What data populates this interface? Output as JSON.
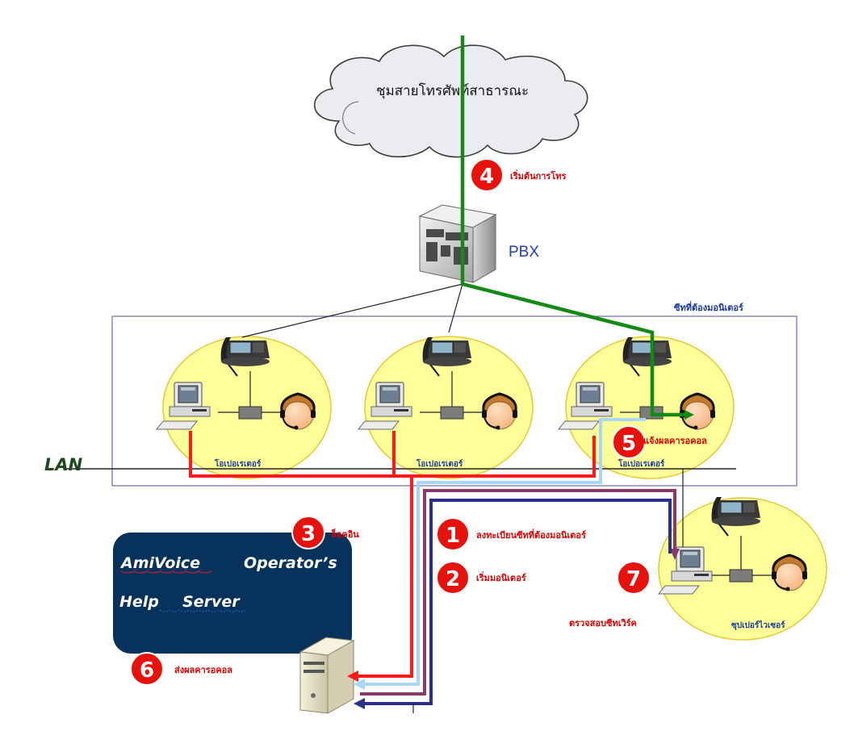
{
  "cloud_label": "ชุมสายโทรศัพท์สาธารณะ",
  "pbx_label": "PBX",
  "monitor_group_label": "ซีทที่ต้องมอนิเตอร์",
  "lan_label": "LAN",
  "operators": [
    {
      "label": "โอเปอเรเตอร์"
    },
    {
      "label": "โอเปอเรเตอร์"
    },
    {
      "label": "โอเปอเรเตอร์"
    }
  ],
  "supervisor_label": "ซุปเปอร์ไวเซอร์",
  "server_box": {
    "line1_left": "AmiVoice",
    "line1_right": "Operator’s",
    "line2_left": "Help",
    "line2_right": "Server"
  },
  "steps": [
    {
      "num": "1",
      "text": "ลงทะเบียนซีทที่ต้องมอนิเตอร์"
    },
    {
      "num": "2",
      "text": "เริ่มมอนิเตอร์"
    },
    {
      "num": "3",
      "text": "ล็อคอิน"
    },
    {
      "num": "4",
      "text": "เริ่มต้นการโทร"
    },
    {
      "num": "5",
      "text": "แจ้งผลคารอคอล"
    },
    {
      "num": "6",
      "text": "ส่งผลคารอคอล"
    },
    {
      "num": "7",
      "text": "ตรวจสอบซีทเวิร์ค"
    }
  ],
  "colors": {
    "red_path": "#ff1a1a",
    "green_path": "#138a13",
    "light_blue_path": "#a9d6f5",
    "purple_path": "#8a3a6a",
    "navy_path": "#2a2f8a",
    "server_box": "#06325c",
    "operator_circle": "#ffff99",
    "badge": "#e8120c"
  }
}
